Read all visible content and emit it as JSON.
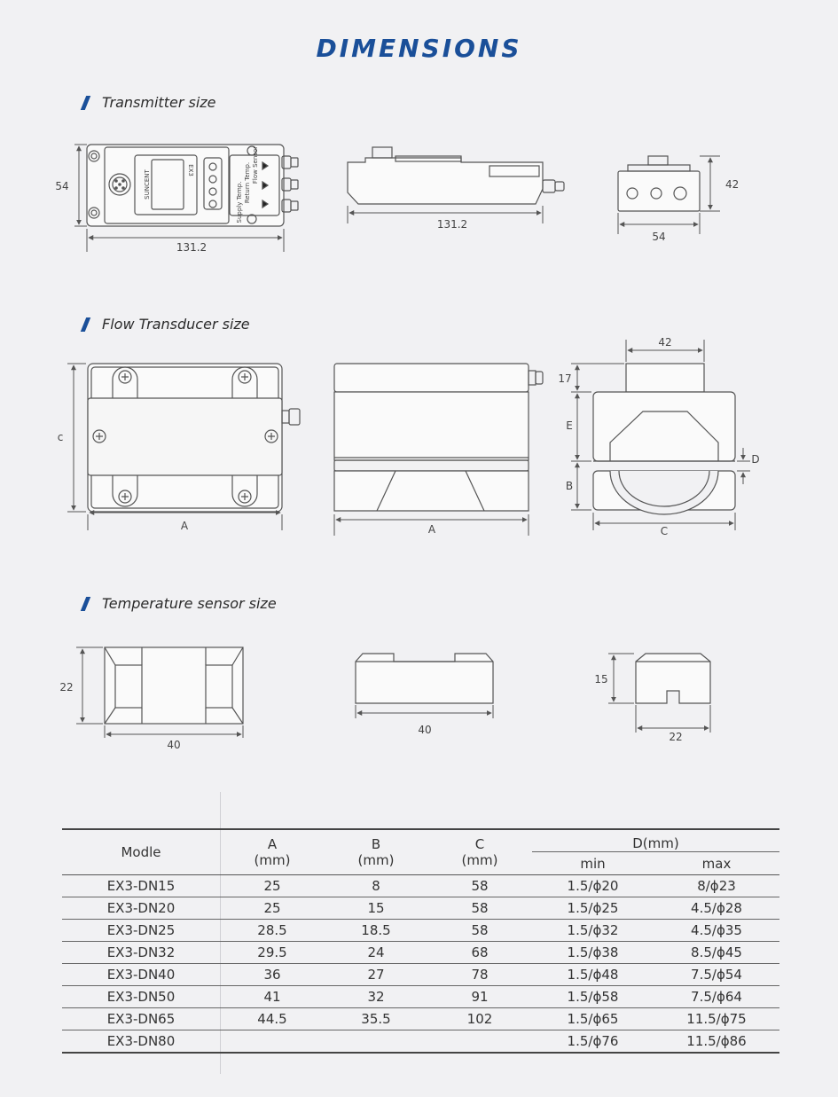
{
  "title": "DIMENSIONS",
  "sections": {
    "transmitter": "Transmitter size",
    "flow": "Flow Transducer size",
    "temperature": "Temperature sensor size"
  },
  "transmitter_dims": {
    "front_height": "54",
    "front_width": "131.2",
    "side_width": "131.2",
    "end_height": "42",
    "end_width": "54",
    "brand": "SUNCENT",
    "model_mark": "EX3",
    "labels": [
      "Supply Temp.",
      "Return Temp.",
      "Flow Sensor"
    ]
  },
  "flow_dims": {
    "top_c": "c",
    "top_a": "A",
    "side_a": "A",
    "end_top": "42",
    "end_17": "17",
    "end_e": "E",
    "end_b": "B",
    "end_d": "D",
    "end_c": "C"
  },
  "temp_dims": {
    "top_h": "22",
    "top_w": "40",
    "side_w": "40",
    "end_h": "15",
    "end_w": "22"
  },
  "table": {
    "headers": {
      "model": "Modle",
      "a": "A",
      "a_unit": "(mm)",
      "b": "B",
      "b_unit": "(mm)",
      "c": "C",
      "c_unit": "(mm)",
      "d": "D(mm)",
      "d_min": "min",
      "d_max": "max"
    },
    "rows": [
      {
        "model": "EX3-DN15",
        "a": "25",
        "b": "8",
        "c": "58",
        "min": "1.5/ϕ20",
        "max": "8/ϕ23"
      },
      {
        "model": "EX3-DN20",
        "a": "25",
        "b": "15",
        "c": "58",
        "min": "1.5/ϕ25",
        "max": "4.5/ϕ28"
      },
      {
        "model": "EX3-DN25",
        "a": "28.5",
        "b": "18.5",
        "c": "58",
        "min": "1.5/ϕ32",
        "max": "4.5/ϕ35"
      },
      {
        "model": "EX3-DN32",
        "a": "29.5",
        "b": "24",
        "c": "68",
        "min": "1.5/ϕ38",
        "max": "8.5/ϕ45"
      },
      {
        "model": "EX3-DN40",
        "a": "36",
        "b": "27",
        "c": "78",
        "min": "1.5/ϕ48",
        "max": "7.5/ϕ54"
      },
      {
        "model": "EX3-DN50",
        "a": "41",
        "b": "32",
        "c": "91",
        "min": "1.5/ϕ58",
        "max": "7.5/ϕ64"
      },
      {
        "model": "EX3-DN65",
        "a": "44.5",
        "b": "35.5",
        "c": "102",
        "min": "1.5/ϕ65",
        "max": "11.5/ϕ75"
      },
      {
        "model": "EX3-DN80",
        "a": "",
        "b": "",
        "c": "",
        "min": "1.5/ϕ76",
        "max": "11.5/ϕ86"
      }
    ]
  },
  "colors": {
    "accent": "#1a4f99",
    "background": "#f1f1f3",
    "line": "#555555"
  }
}
